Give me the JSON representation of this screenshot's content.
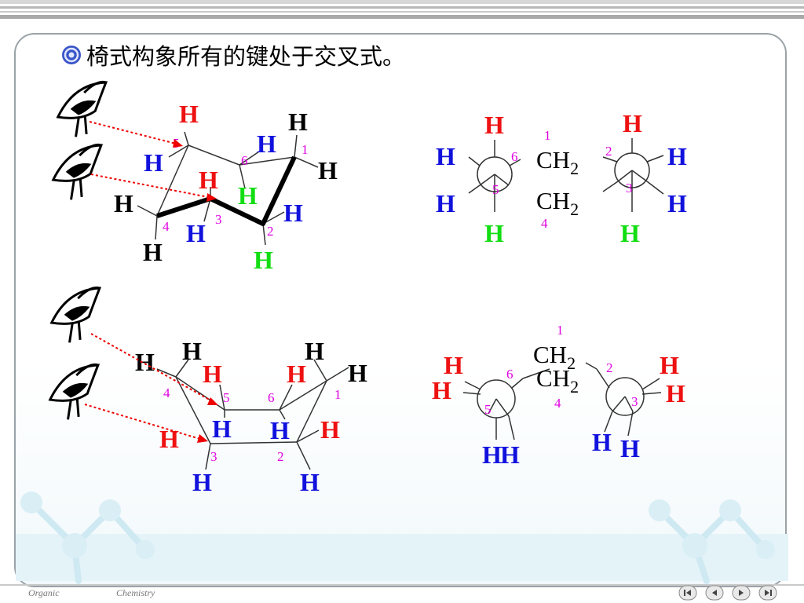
{
  "heading": "椅式构象所有的键处于交叉式。",
  "footer": {
    "left": "Organic",
    "right": "Chemistry"
  },
  "colors": {
    "red": "#ee1111",
    "blue": "#1111dd",
    "green": "#11dd11",
    "black": "#000000",
    "magenta": "#e000e0",
    "arrow": "#ee0000"
  },
  "icons": [
    "bullet-icon",
    "eye-icon",
    "nav-first-icon",
    "nav-prev-icon",
    "nav-next-icon",
    "nav-last-icon"
  ],
  "chair": {
    "H": "H",
    "numbers": [
      "1",
      "2",
      "3",
      "4",
      "5",
      "6"
    ]
  },
  "newman1": {
    "H": "H",
    "ch2": "CH",
    "sub": "2",
    "numbers": [
      "1",
      "2",
      "3",
      "4",
      "5",
      "6"
    ]
  },
  "boat": {
    "H": "H",
    "numbers": [
      "1",
      "2",
      "3",
      "4",
      "5",
      "6"
    ]
  },
  "newman2": {
    "H": "H",
    "ch2": "CH",
    "sub": "2",
    "numbers": [
      "1",
      "2",
      "3",
      "4",
      "5",
      "6"
    ]
  }
}
